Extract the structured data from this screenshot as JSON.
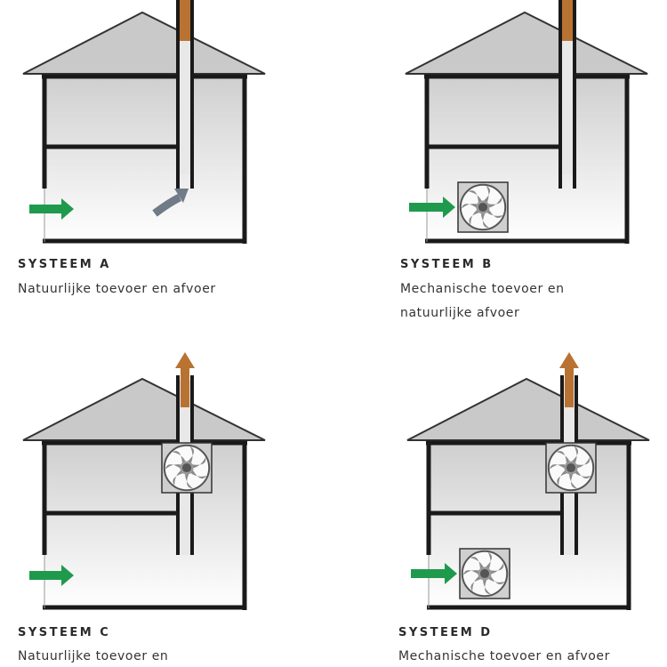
{
  "systems": [
    {
      "title": "SYSTEEM A",
      "lines": [
        "Natuurlijke toevoer en afvoer"
      ]
    },
    {
      "title": "SYSTEEM B",
      "lines": [
        "Mechanische toevoer en",
        "natuurlijke afvoer"
      ]
    },
    {
      "title": "SYSTEEM C",
      "lines": [
        "Natuurlijke toevoer en"
      ]
    },
    {
      "title": "SYSTEEM D",
      "lines": [
        "Mechanische toevoer en afvoer"
      ]
    }
  ],
  "colors": {
    "inflow": "#1f9a4d",
    "outflow": "#b87333",
    "wall": "#1a1a1a",
    "roof": "#c9c9c9",
    "return": "#6f7b86"
  }
}
